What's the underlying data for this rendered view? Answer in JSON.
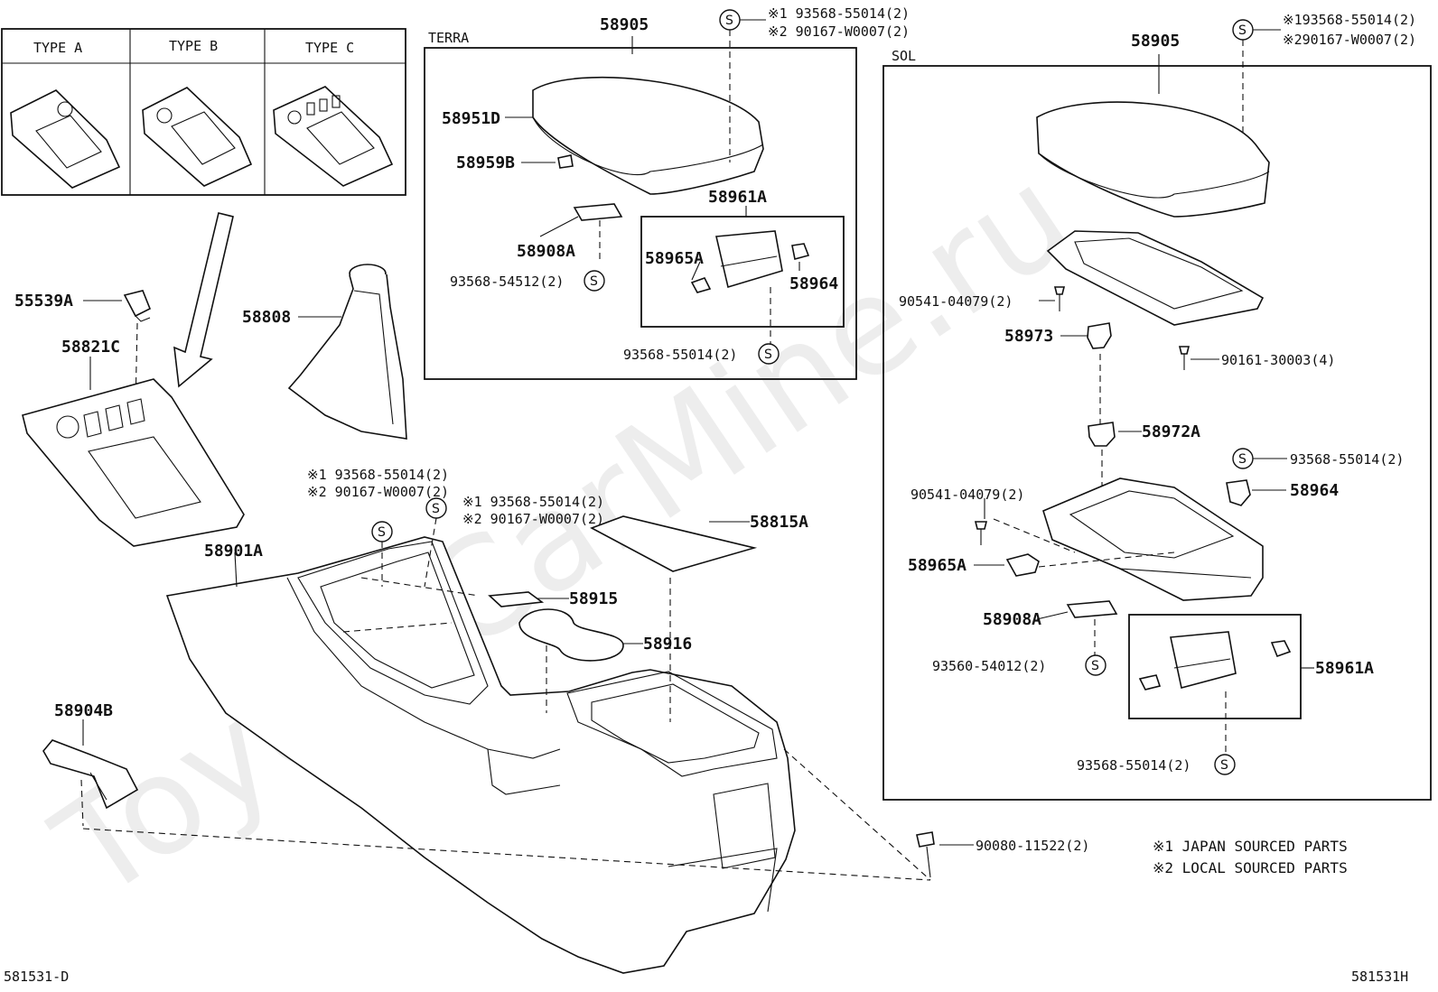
{
  "type_table": {
    "type_a": "TYPE A",
    "type_b": "TYPE B",
    "type_c": "TYPE C"
  },
  "sections": {
    "terra": "TERRA",
    "sol": "SOL"
  },
  "symbol": "S",
  "watermark": "ToyotaCarMine.ru",
  "labels": {
    "p55539A": "55539A",
    "p58821C": "58821C",
    "p58808": "58808",
    "p58901A": "58901A",
    "p58904B": "58904B",
    "p58915": "58915",
    "p58916": "58916",
    "p58815A": "58815A",
    "p90080": "90080-11522(2)",
    "terra_58905": "58905",
    "terra_58951D": "58951D",
    "terra_58959B": "58959B",
    "terra_58908A": "58908A",
    "terra_93568_54512": "93568-54512(2)",
    "terra_58961A": "58961A",
    "terra_58965A": "58965A",
    "terra_58964": "58964",
    "terra_93568_55014": "93568-55014(2)",
    "terra_top_ref1": "※1 93568-55014(2)",
    "terra_top_ref2": "※2 90167-W0007(2)",
    "mid_ref1_a": "※1 93568-55014(2)",
    "mid_ref2_a": "※2 90167-W0007(2)",
    "mid_ref1_b": "※1 93568-55014(2)",
    "mid_ref2_b": "※2 90167-W0007(2)",
    "sol_58905": "58905",
    "sol_top_ref1": "※193568-55014(2)",
    "sol_top_ref2": "※290167-W0007(2)",
    "sol_90541_a": "90541-04079(2)",
    "sol_58973": "58973",
    "sol_90161": "90161-30003(4)",
    "sol_58972A": "58972A",
    "sol_93568_55014_a": "93568-55014(2)",
    "sol_58964": "58964",
    "sol_90541_b": "90541-04079(2)",
    "sol_58965A": "58965A",
    "sol_58908A": "58908A",
    "sol_93560_54012": "93560-54012(2)",
    "sol_58961A": "58961A",
    "sol_93568_55014_b": "93568-55014(2)"
  },
  "notes": {
    "japan": "※1 JAPAN SOURCED PARTS",
    "local": "※2 LOCAL SOURCED PARTS"
  },
  "codes": {
    "left": "581531-D",
    "right": "581531H"
  }
}
